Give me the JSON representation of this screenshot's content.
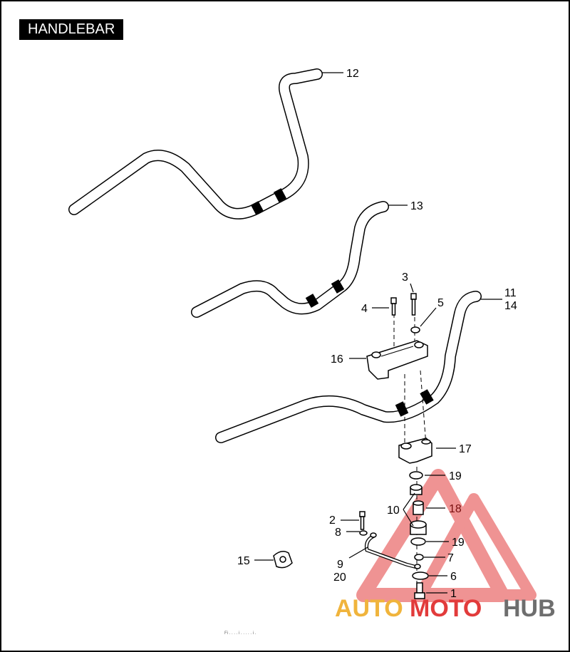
{
  "title": "HANDLEBAR",
  "callouts": [
    {
      "id": "12",
      "text": "12"
    },
    {
      "id": "13",
      "text": "13"
    },
    {
      "id": "11",
      "text": "11"
    },
    {
      "id": "14",
      "text": "14"
    },
    {
      "id": "3",
      "text": "3"
    },
    {
      "id": "4",
      "text": "4"
    },
    {
      "id": "5",
      "text": "5"
    },
    {
      "id": "16",
      "text": "16"
    },
    {
      "id": "17",
      "text": "17"
    },
    {
      "id": "19a",
      "text": "19"
    },
    {
      "id": "10",
      "text": "10"
    },
    {
      "id": "18",
      "text": "18"
    },
    {
      "id": "2",
      "text": "2"
    },
    {
      "id": "8",
      "text": "8"
    },
    {
      "id": "19b",
      "text": "19"
    },
    {
      "id": "9",
      "text": "9"
    },
    {
      "id": "20",
      "text": "20"
    },
    {
      "id": "7",
      "text": "7"
    },
    {
      "id": "6",
      "text": "6"
    },
    {
      "id": "1",
      "text": "1"
    },
    {
      "id": "15",
      "text": "15"
    }
  ],
  "watermark": {
    "part1": "AUTO",
    "part2": "MOTO",
    "part3": "HUB",
    "color_orange": "#f0b43c",
    "color_red": "#e23b3b",
    "color_gray": "#6e6e6e"
  },
  "footer": "Fi . . . . i . . . . . i ."
}
